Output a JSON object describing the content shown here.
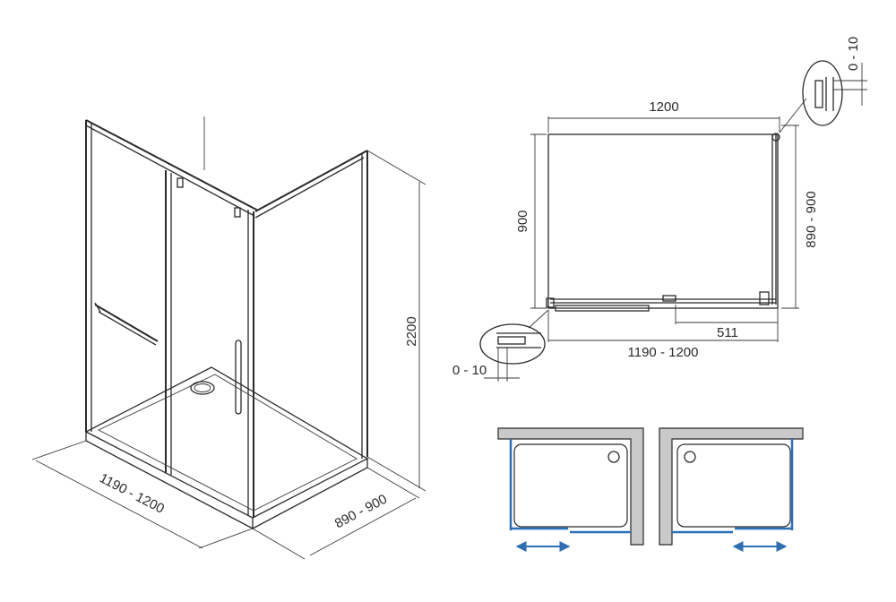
{
  "iso_view": {
    "height_label": "2200",
    "length_label": "1190 - 1200",
    "depth_label": "890 - 900"
  },
  "plan_view": {
    "top_width_label": "1200",
    "left_depth_label": "900",
    "right_depth_label": "890 - 900",
    "bottom_width_label": "1190 - 1200",
    "door_label": "511",
    "detail_top_label": "0 - 10",
    "detail_bottom_label": "0 - 10"
  },
  "colors": {
    "line": "#2a2a2a",
    "wall_fill": "#c9c9c9",
    "glass_blue": "#2a6fb8",
    "arrow_blue": "#2f6fb0"
  }
}
